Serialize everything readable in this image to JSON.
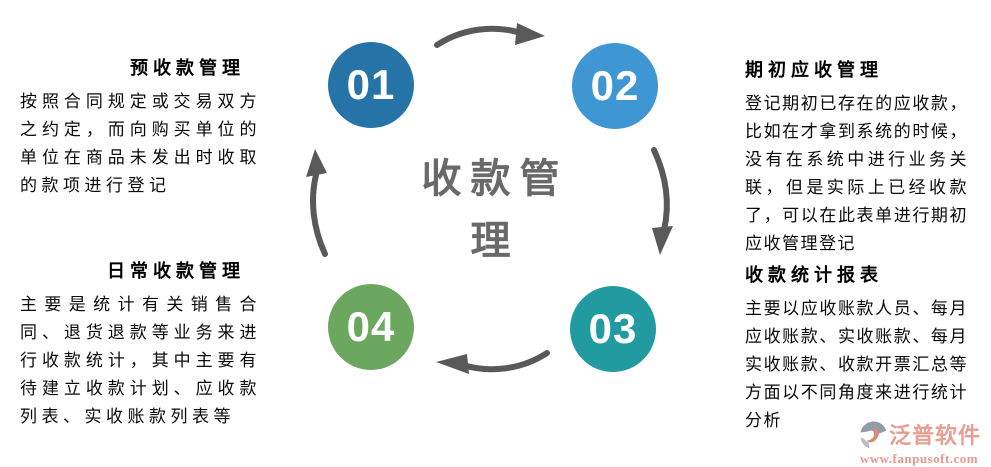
{
  "diagram": {
    "center_line1": "收款管",
    "center_line2": "理",
    "center_color": "#696969",
    "arrow_color": "#595959",
    "steps": [
      {
        "num": "01",
        "color": "#2573a7"
      },
      {
        "num": "02",
        "color": "#3e96d2"
      },
      {
        "num": "03",
        "color": "#219aa0"
      },
      {
        "num": "04",
        "color": "#6ba75f"
      }
    ]
  },
  "blocks": {
    "top_left": {
      "title": "预收款管理",
      "body": "按照合同规定或交易双方之约定，而向购买单位的单位在商品未发出时收取的款项进行登记"
    },
    "top_right": {
      "title": "期初应收管理",
      "body": "登记期初已存在的应收款，比如在才拿到系统的时候，没有在系统中进行业务关联，但是实际上已经收款了，可以在此表单进行期初应收管理登记"
    },
    "bottom_left": {
      "title": "日常收款管理",
      "body": "主要是统计有关销售合同、退货退款等业务来进行收款统计，其中主要有待建立收款计划、应收款列表、实收账款列表等"
    },
    "bottom_right": {
      "title": "收款统计报表",
      "body": "主要以应收账款人员、每月应收账款、实收账款、每月实收账款、收款开票汇总等方面以不同角度来进行统计分析"
    }
  },
  "logo": {
    "brand": "泛普软件",
    "website": "www.fanpusoft.com",
    "brand_color": "#e89e91",
    "url_color": "#e5998c",
    "icon_gray": "#929ba8",
    "icon_light_gray": "#b6bec8",
    "icon_red": "#d98b7a"
  }
}
